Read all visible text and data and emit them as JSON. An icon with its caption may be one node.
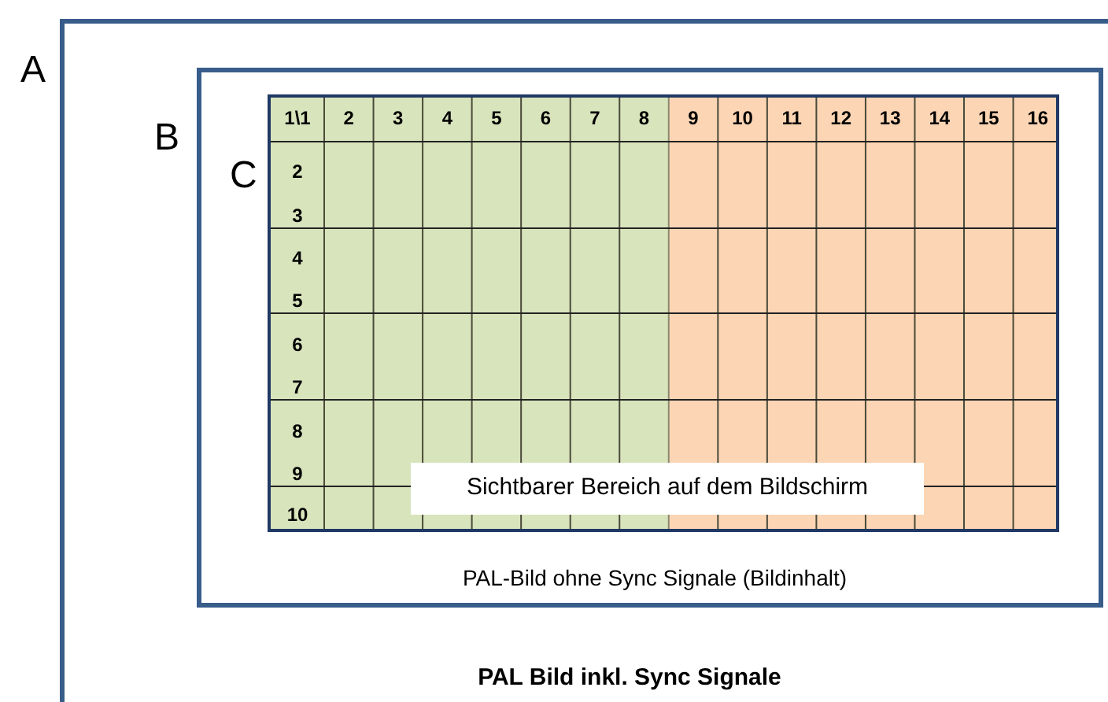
{
  "diagram": {
    "nodes": [
      {
        "text": [
          "A",
          "PAL Bild inkl. Sync Signale"
        ]
      },
      {
        "text": [
          "B",
          "PAL-Bild ohne Sync Signale (Bildinhalt)"
        ],
        "in": 0
      },
      {
        "text": [
          "C"
        ],
        "in": 1
      },
      {
        "text": [
          "Sichtbarer Bereich auf dem Bildschirm"
        ],
        "in": 2
      }
    ],
    "edges": [],
    "labels": [
      "1\\1",
      "2",
      "3",
      "4",
      "5",
      "6",
      "7",
      "8",
      "9",
      "10",
      "11",
      "12",
      "13",
      "14",
      "15",
      "16",
      "2",
      "3",
      "4",
      "5",
      "6",
      "7",
      "8",
      "9",
      "10"
    ]
  }
}
